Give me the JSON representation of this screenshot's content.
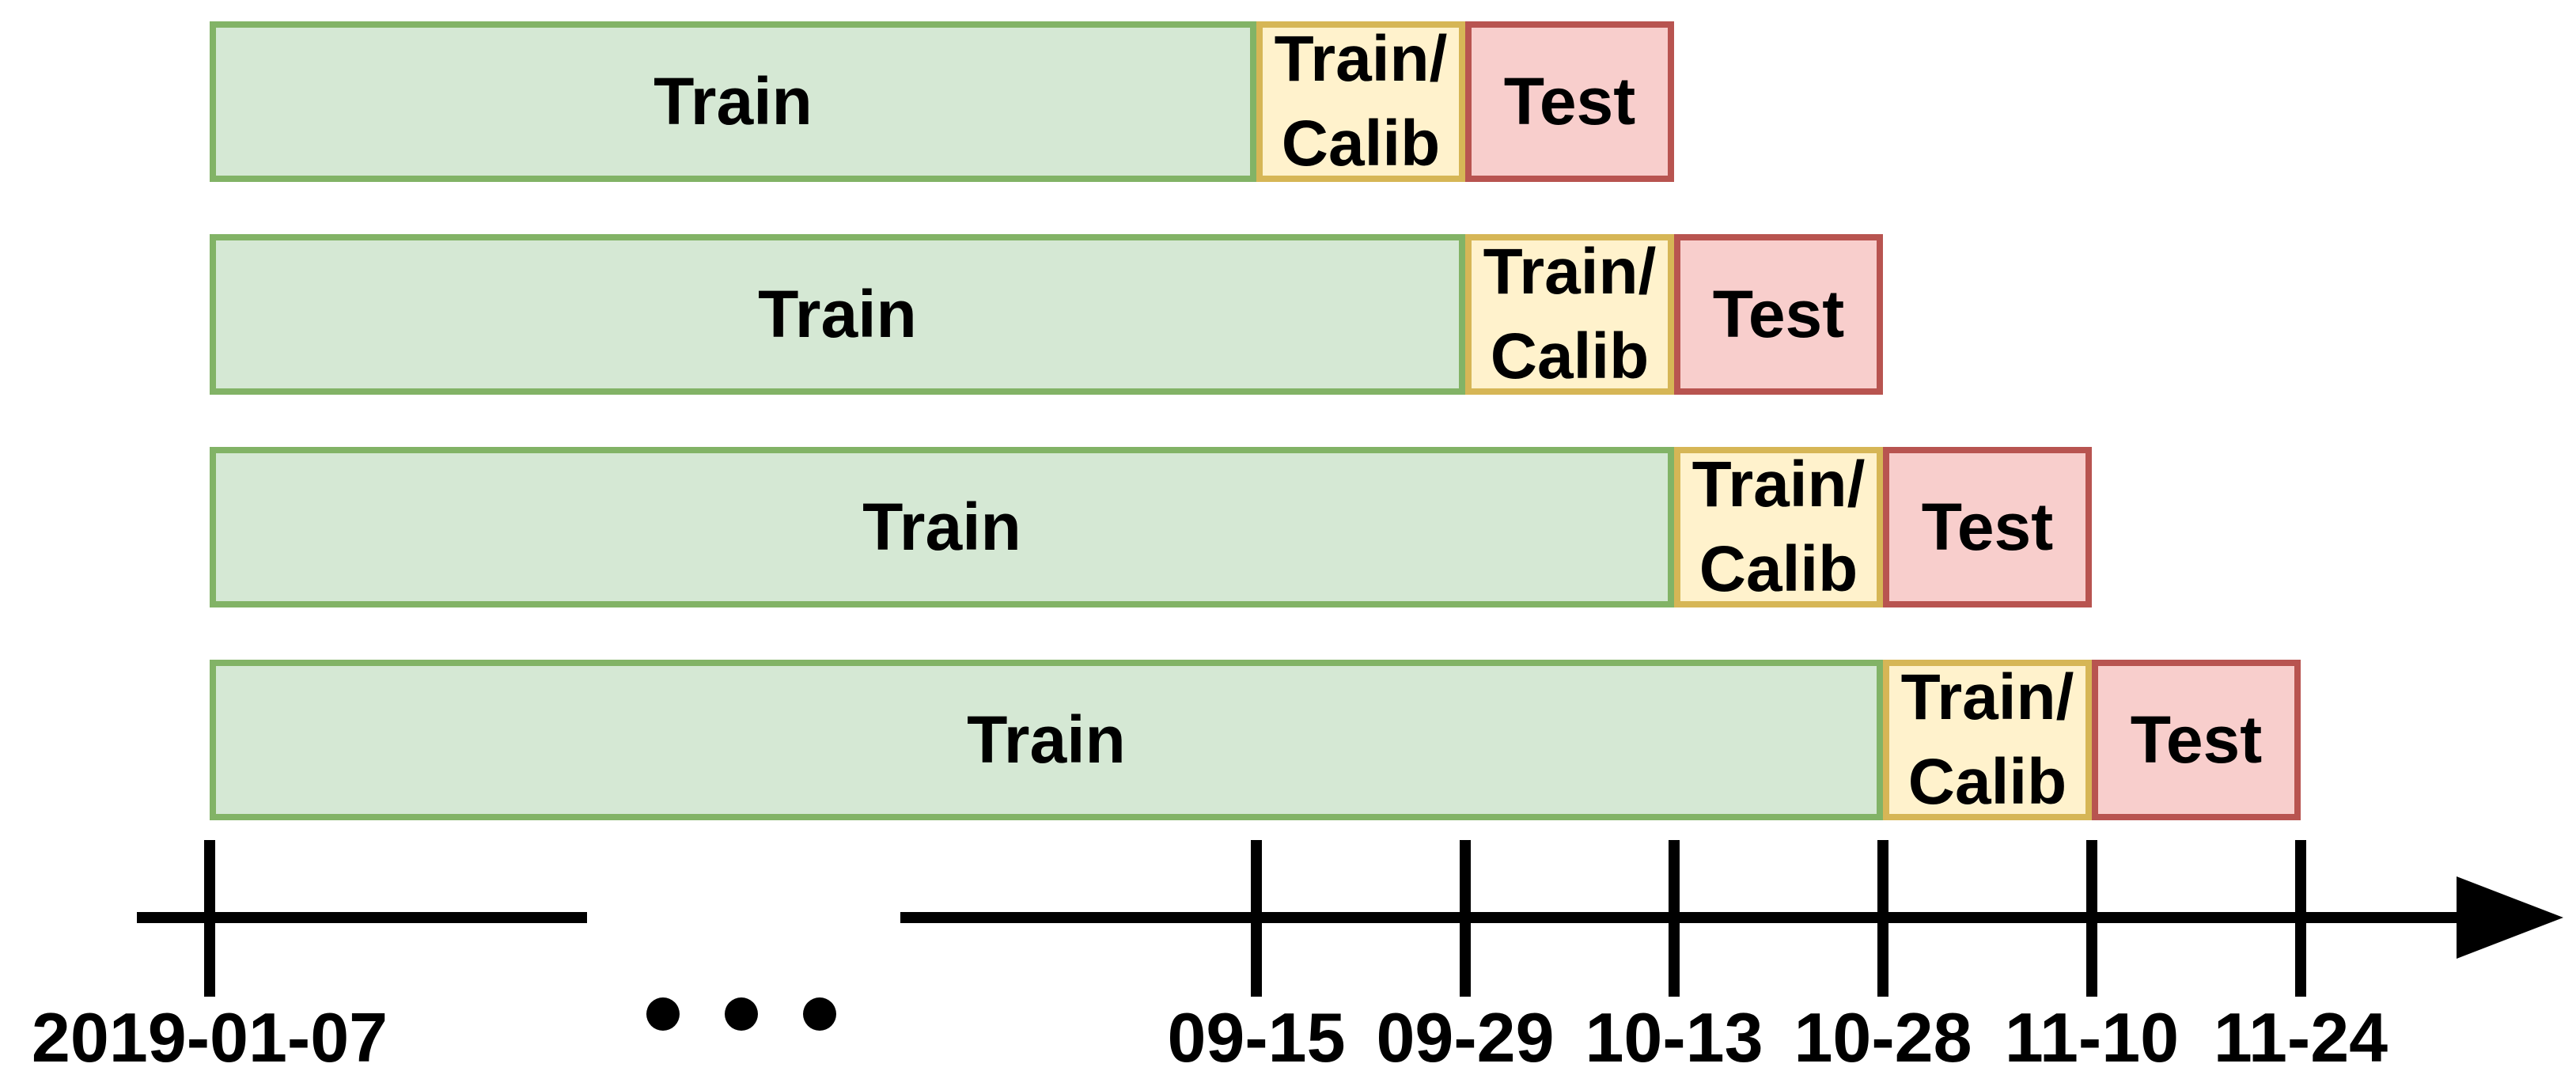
{
  "diagram_type": "rolling-origin-train-calib-test-splits",
  "rows": [
    {
      "train_label": "Train",
      "calib_lines": [
        "Train/",
        "Calib"
      ],
      "test_label": "Test",
      "train_span": [
        "2019-01-07",
        "09-15"
      ],
      "calib_span": [
        "09-15",
        "09-29"
      ],
      "test_span": [
        "09-29",
        "10-13"
      ]
    },
    {
      "train_label": "Train",
      "calib_lines": [
        "Train/",
        "Calib"
      ],
      "test_label": "Test",
      "train_span": [
        "2019-01-07",
        "09-29"
      ],
      "calib_span": [
        "09-29",
        "10-13"
      ],
      "test_span": [
        "10-13",
        "10-28"
      ]
    },
    {
      "train_label": "Train",
      "calib_lines": [
        "Train/",
        "Calib"
      ],
      "test_label": "Test",
      "train_span": [
        "2019-01-07",
        "10-13"
      ],
      "calib_span": [
        "10-13",
        "10-28"
      ],
      "test_span": [
        "10-28",
        "11-10"
      ]
    },
    {
      "train_label": "Train",
      "calib_lines": [
        "Train/",
        "Calib"
      ],
      "test_label": "Test",
      "train_span": [
        "2019-01-07",
        "10-28"
      ],
      "calib_span": [
        "10-28",
        "11-10"
      ],
      "test_span": [
        "11-10",
        "11-24"
      ]
    }
  ],
  "timeline": {
    "tick_labels": [
      "2019-01-07",
      "09-15",
      "09-29",
      "10-13",
      "10-28",
      "11-10",
      "11-24"
    ],
    "break_dots": 3,
    "arrow_direction": "right"
  },
  "colors": {
    "train_fill": "#d5e8d4",
    "train_stroke": "#82b366",
    "calib_fill": "#fff2cc",
    "calib_stroke": "#d6b656",
    "test_fill": "#f8cecc",
    "test_stroke": "#b85450",
    "axis": "#000000",
    "text": "#000000"
  }
}
